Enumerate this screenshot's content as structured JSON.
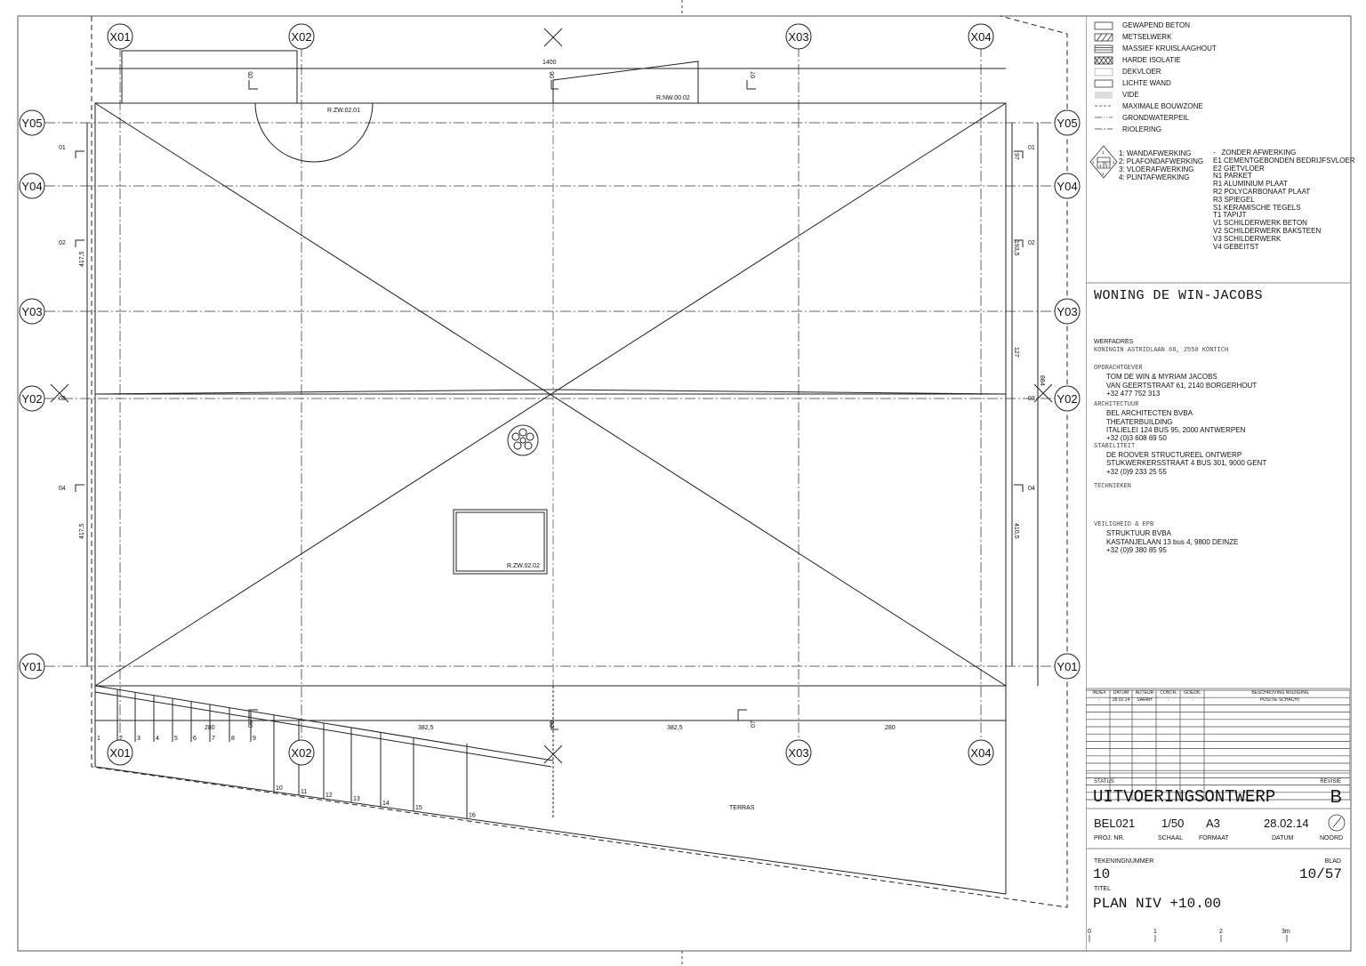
{
  "grid": {
    "x_axes": [
      "X01",
      "X02",
      "X03",
      "X04"
    ],
    "y_axes": [
      "Y05",
      "Y04",
      "Y03",
      "Y02",
      "Y01"
    ]
  },
  "plan": {
    "dims": {
      "total": "1400",
      "d280a": "280",
      "d382a": "382,5",
      "d382b": "382,5",
      "d280b": "280",
      "d417a": "417,5",
      "d417b": "417,5",
      "d97": "97",
      "d193": "193,5",
      "d127": "127",
      "d410": "410,5",
      "d884": "884"
    },
    "sections": {
      "s05": "05",
      "s06": "06",
      "s07": "07",
      "s05b": "05",
      "s06b": "06",
      "s07b": "07",
      "s01": "01",
      "s02": "02",
      "s03": "03",
      "s04": "04",
      "s01r": "01",
      "s02r": "02",
      "s03r": "03",
      "s04r": "04"
    },
    "tags": {
      "rzw0201": "R.ZW.02.01",
      "rnw0002": "R.NW.00.02",
      "rzw0202": "R.ZW.02.02"
    },
    "terras": "TERRAS",
    "steps": [
      "1",
      "2",
      "3",
      "4",
      "5",
      "6",
      "7",
      "8",
      "9",
      "10",
      "11",
      "12",
      "13",
      "14",
      "15",
      "16"
    ]
  },
  "legend": {
    "items": [
      "GEWAPEND BETON",
      "METSELWERK",
      "MASSIEF KRUISLAAGHOUT",
      "HARDE ISOLATIE",
      "DEKVLOER",
      "LICHTE WAND",
      "VIDE",
      "MAXIMALE BOUWZONE",
      "GRONDWATERPEIL",
      "RIOLERING"
    ],
    "finish_types": [
      "1: WANDAFWERKING",
      "2: PLAFONDAFWERKING",
      "3: VLOERAFWERKING",
      "4: PLINTAFWERKING"
    ],
    "finish_codes": [
      "-   ZONDER AFWERKING",
      "E1 CEMENTGEBONDEN BEDRIJFSVLOER",
      "E2 GIETVLOER",
      "N1 PARKET",
      "R1 ALUMINIUM PLAAT",
      "R2 POLYCARBONAAT PLAAT",
      "R3 SPIEGEL",
      "S1 KERAMISCHE TEGELS",
      "T1 TAPIJT",
      "V1 SCHILDERWERK BETON",
      "V2 SCHILDERWERK BAKSTEEN",
      "V3 SCHILDERWERK",
      "V4 GEBEITST"
    ],
    "diamond": {
      "top": "1",
      "c2": "2",
      "c3": "3",
      "c4": "4",
      "left": "1",
      "right": "1",
      "bottom": "1"
    }
  },
  "project": {
    "title": "WONING DE WIN-JACOBS",
    "werfadres_label": "WERFADRES",
    "werfadres": "KONINGIN ASTRIDLAAN 68, 2550 KONTICH",
    "opdrachtgever_label": "OPDRACHTGEVER",
    "opdrachtgever": [
      "TOM DE WIN & MYRIAM JACOBS",
      "VAN GEERTSTRAAT 61, 2140 BORGERHOUT",
      "+32 477 752 313"
    ],
    "architectuur_label": "ARCHITECTUUR",
    "architectuur": [
      "BEL ARCHITECTEN BVBA",
      "THEATERBUILDING",
      "ITALIELEI 124 BUS 95, 2000 ANTWERPEN",
      "+32 (0)3 608 69 50"
    ],
    "stabiliteit_label": "STABILITEIT",
    "stabiliteit": [
      "DE ROOVER STRUCTUREEL ONTWERP",
      "STUKWERKERSSTRAAT 4 BUS 301, 9000 GENT",
      "+32 (0)9 233 25 55"
    ],
    "technieken_label": "TECHNIEKEN",
    "veiligheid_label": "VEILIGHEID & EPB",
    "veiligheid": [
      "STRUKTUUR BVBA",
      "KASTANJELAAN 13 bus 4, 9800 DEINZE",
      "+32 (0)9 380 85 95"
    ]
  },
  "revisions": {
    "headers": [
      "INDEX",
      "DATUM",
      "AUTEUR",
      "CONTR.",
      "GOEDK.",
      "BESCHRIJVING WIJZIGING"
    ],
    "rows": [
      [
        "-",
        "28.02.14",
        "SARAH",
        "-",
        "-",
        "POSITIE SCHACHT"
      ]
    ]
  },
  "titleblock": {
    "status_label": "STATUS",
    "status": "UITVOERINGSONTWERP",
    "revisie_label": "REVISIE",
    "revisie": "B",
    "proj_nr": "BEL021",
    "proj_nr_label": "PROJ. NR.",
    "schaal": "1/50",
    "schaal_label": "SCHAAL",
    "formaat": "A3",
    "formaat_label": "FORMAAT",
    "datum": "28.02.14",
    "datum_label": "DATUM",
    "noord_label": "NOORD",
    "tekeningnummer_label": "TEKENINGNUMMER",
    "tekeningnummer": "10",
    "blad_label": "BLAD",
    "blad": "10/57",
    "titel_label": "TITEL",
    "titel": "PLAN NIV +10.00",
    "scale_ticks": [
      "0",
      "1",
      "2",
      "3m"
    ]
  }
}
